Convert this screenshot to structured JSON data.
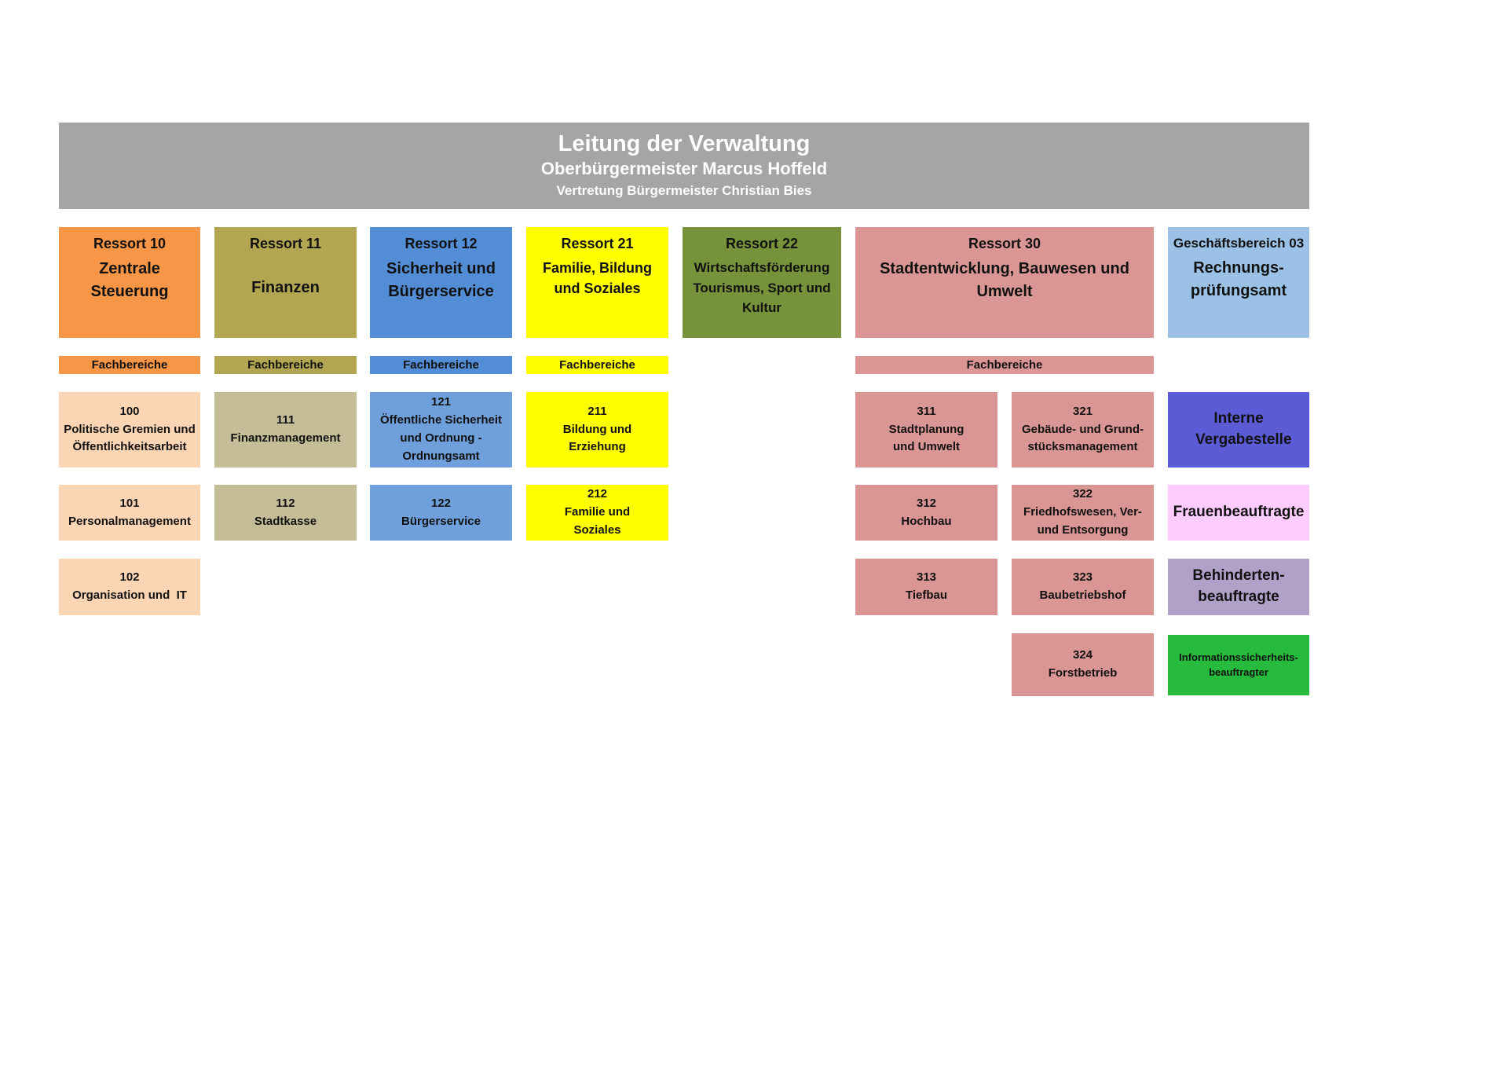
{
  "header": {
    "title": "Leitung der Verwaltung",
    "subtitle": "Oberbürgermeister Marcus Hoffeld",
    "deputy": "Vertretung Bürgermeister Christian Bies",
    "color": "#a5a5a5"
  },
  "ressorts": [
    {
      "number": "Ressort 10",
      "name": "Zentrale Steuerung",
      "color": "#f79646"
    },
    {
      "number": "Ressort 11",
      "name": "Finanzen",
      "color": "#b3a652"
    },
    {
      "number": "Ressort 12",
      "name": "Sicherheit und Bürgerservice",
      "color": "#538dd5"
    },
    {
      "number": "Ressort 21",
      "name": "Familie, Bildung und Soziales",
      "color": "#ffff00"
    },
    {
      "number": "Ressort 22",
      "name": "Wirtschaftsförderung Tourismus, Sport und Kultur",
      "color": "#76933c"
    },
    {
      "number": "Ressort 30",
      "name": "Stadtentwicklung, Bauwesen und Umwelt",
      "color": "#da9694"
    },
    {
      "number": "Geschäftsbereich 03",
      "name": "Rechnungs-prüfungsamt",
      "color": "#9bc2e6"
    }
  ],
  "fachbereiche_label": "Fachbereiche",
  "units": {
    "u100": {
      "no": "100",
      "name": "Politische Gremien und Öffentlichkeitsarbeit"
    },
    "u101": {
      "no": "101",
      "name": "Personalmanagement"
    },
    "u102": {
      "no": "102",
      "name": "Organisation und  IT"
    },
    "u111": {
      "no": "111",
      "name": "Finanzmanagement"
    },
    "u112": {
      "no": "112",
      "name": "Stadtkasse"
    },
    "u121": {
      "no": "121",
      "name": "Öffentliche Sicherheit und Ordnung - Ordnungsamt"
    },
    "u122": {
      "no": "122",
      "name": "Bürgerservice"
    },
    "u211": {
      "no": "211",
      "name": "Bildung und Erziehung"
    },
    "u212": {
      "no": "212",
      "name": "Familie und Soziales"
    },
    "u311": {
      "no": "311",
      "name": "Stadtplanung und Umwelt"
    },
    "u312": {
      "no": "312",
      "name": "Hochbau"
    },
    "u313": {
      "no": "313",
      "name": "Tiefbau"
    },
    "u321": {
      "no": "321",
      "name": "Gebäude- und Grund-stücksmanagement"
    },
    "u322": {
      "no": "322",
      "name": "Friedhofswesen, Ver- und Entsorgung"
    },
    "u323": {
      "no": "323",
      "name": "Baubetriebshof"
    },
    "u324": {
      "no": "324",
      "name": "Forstbetrieb"
    }
  },
  "side_units": {
    "vergabe": {
      "name": "Interne Vergabestelle",
      "color": "#5b5bd6"
    },
    "frauen": {
      "name": "Frauenbeauftragte",
      "color": "#ffccff"
    },
    "behinderten": {
      "name": "Behinderten-beauftragte",
      "color": "#b1a0c7"
    },
    "infosec": {
      "name": "Informationssicherheits-beauftragter",
      "color": "#26bb3c"
    }
  }
}
